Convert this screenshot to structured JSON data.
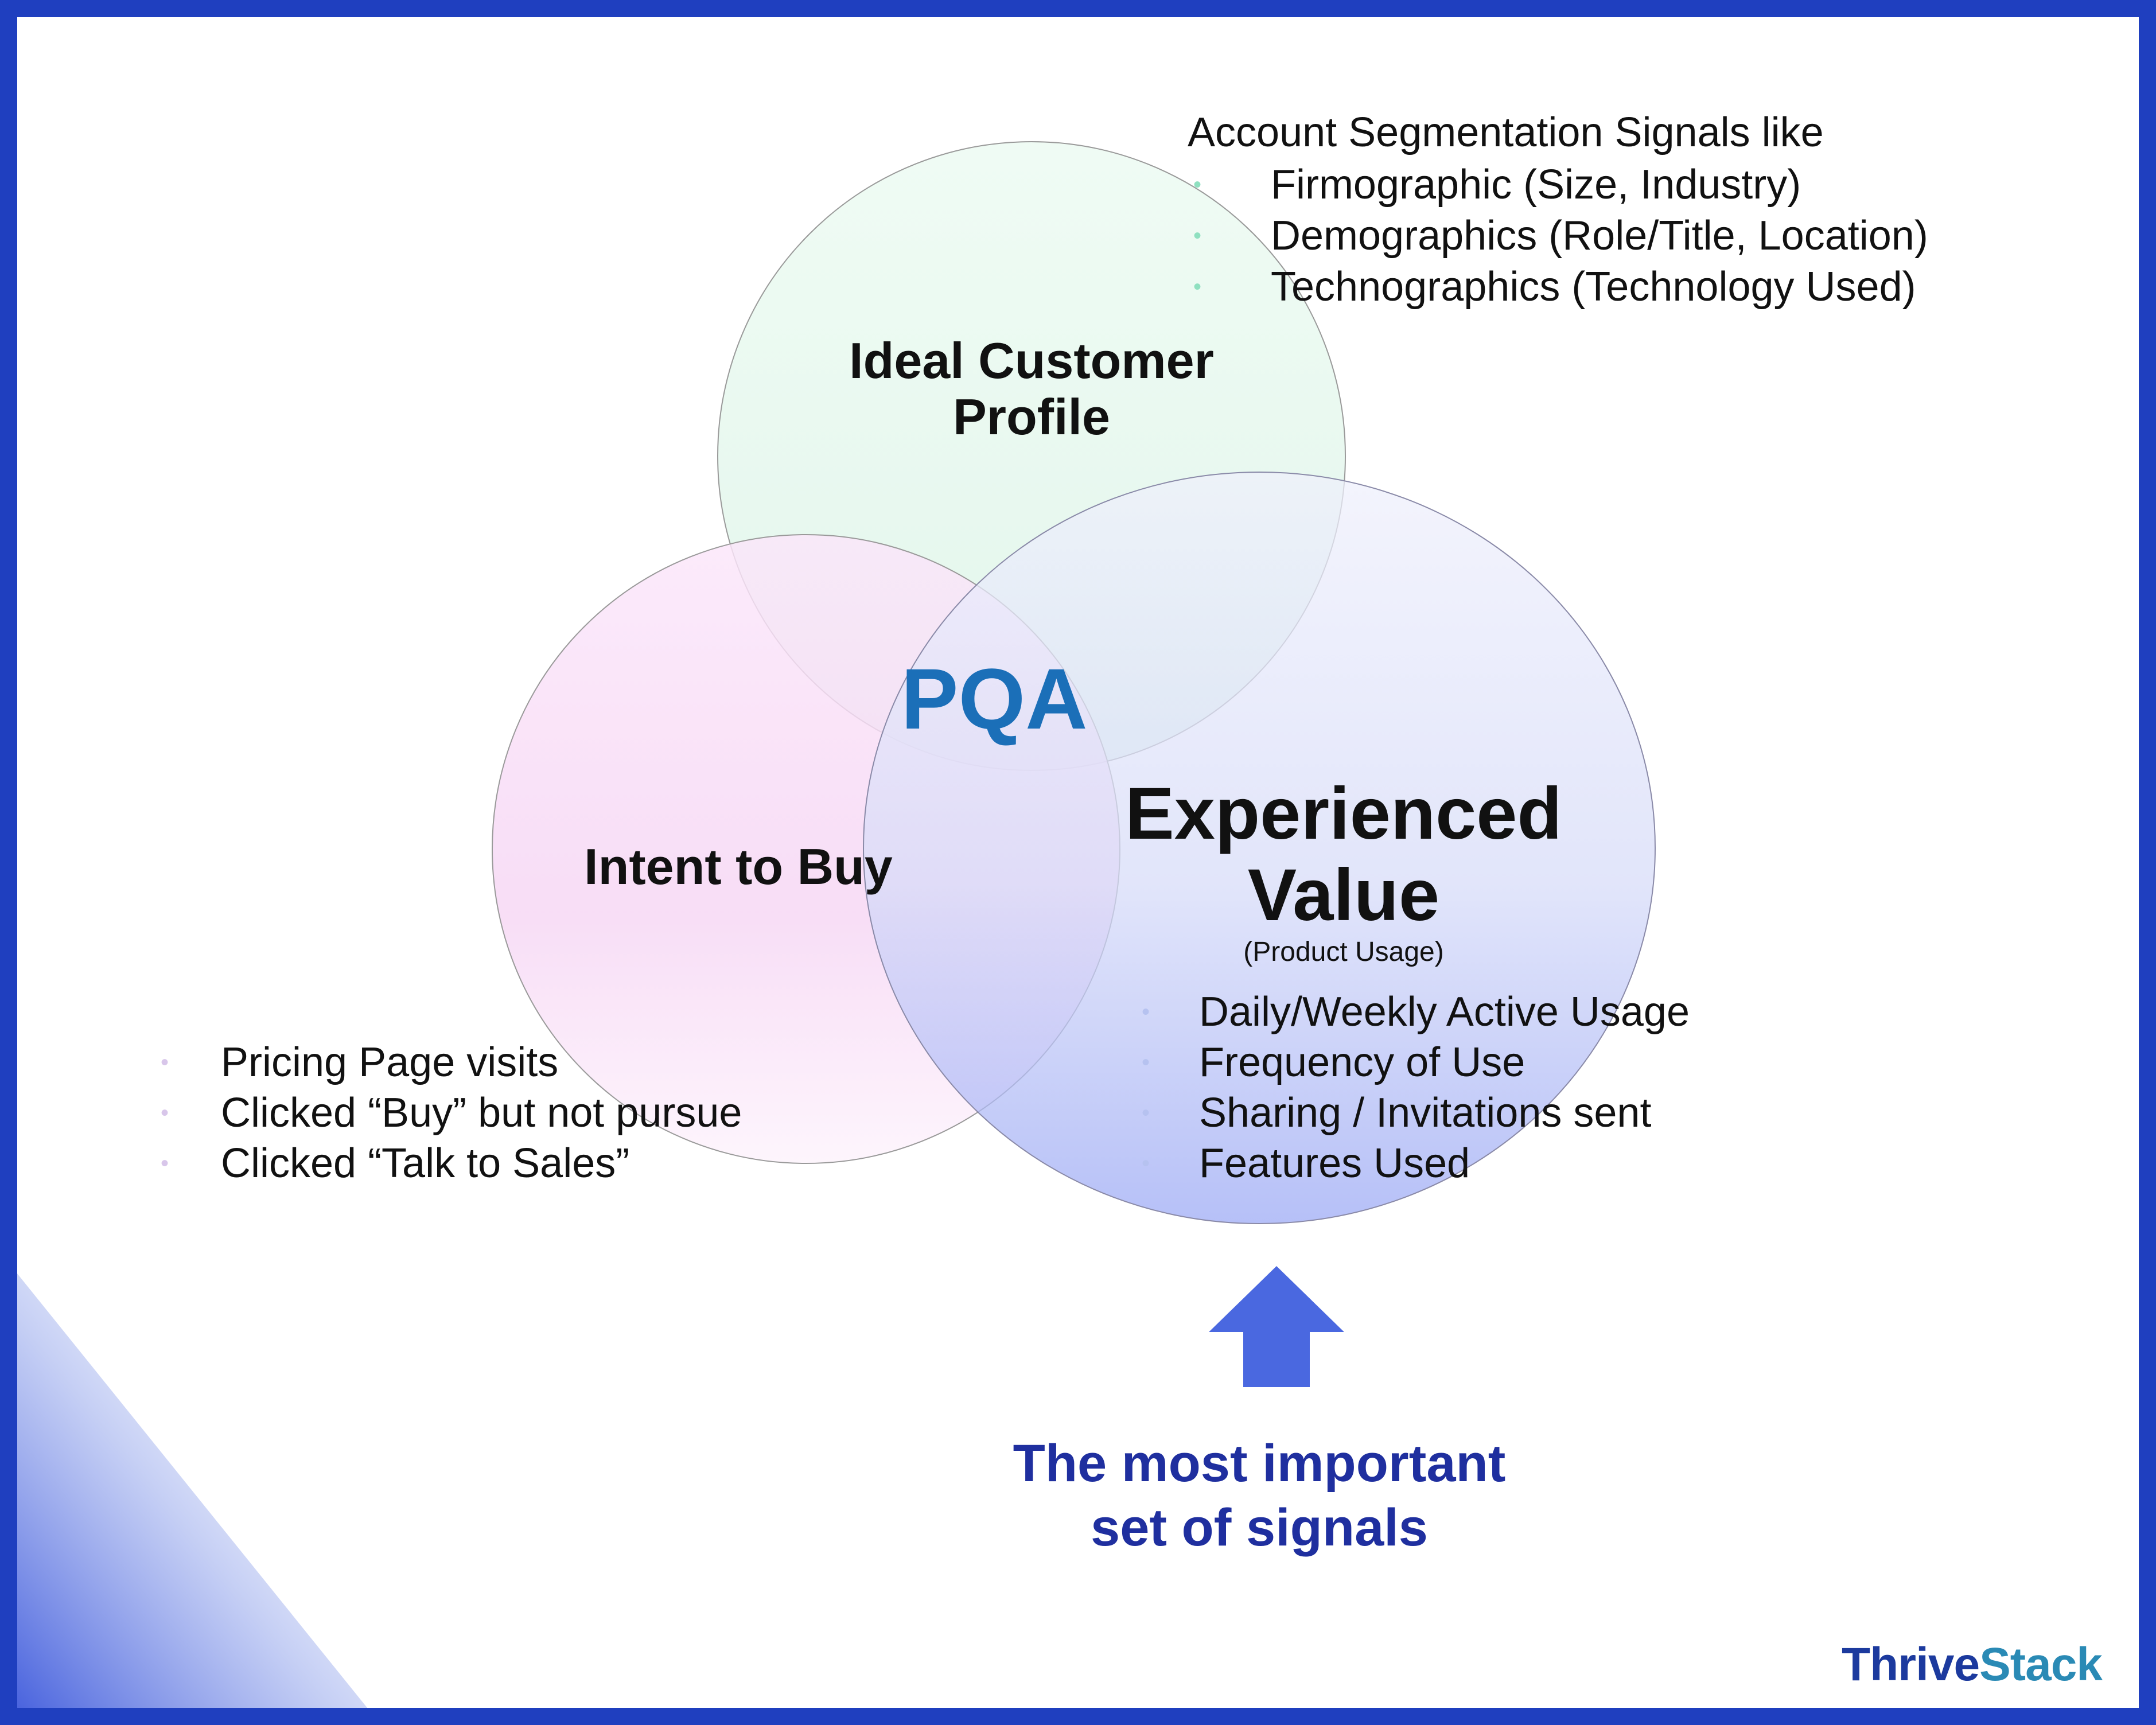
{
  "colors": {
    "frame": "#1f3fbf",
    "icp_fill": "#e6f8ee",
    "intent_fill": "#f9e1f7",
    "value_fill_top": "#ecedfb",
    "value_fill_bottom": "#9aa8f5",
    "pqa": "#1b6fb8",
    "highlight_text": "#1f2f9f",
    "arrow": "#4a68e0",
    "bullet_green": "#8fe0c0",
    "bullet_purple": "#d8c6ea",
    "bullet_blue": "#b6c2f0",
    "logo_thrive": "#1c3a9e",
    "logo_stack": "#2a8ab5"
  },
  "diagram": {
    "circles": {
      "icp": {
        "title_line1": "Ideal Customer",
        "title_line2": "Profile"
      },
      "intent": {
        "title": "Intent to Buy"
      },
      "value": {
        "title_line1": "Experienced",
        "title_line2": "Value",
        "subtitle": "(Product Usage)"
      }
    },
    "center_label": "PQA",
    "segmentation": {
      "heading": "Account Segmentation Signals like",
      "items": [
        {
          "bullet": "•",
          "text": "Firmographic (Size, Industry)"
        },
        {
          "bullet": "•",
          "text": "Demographics (Role/Title, Location)"
        },
        {
          "bullet": "•",
          "text": "Technographics (Technology Used)"
        }
      ]
    },
    "intent_signals": [
      {
        "bullet": "•",
        "text": "Pricing Page visits"
      },
      {
        "bullet": "•",
        "text": "Clicked “Buy” but not pursue"
      },
      {
        "bullet": "•",
        "text": "Clicked “Talk to Sales”"
      }
    ],
    "value_signals": [
      {
        "bullet": "•",
        "text": "Daily/Weekly Active Usage"
      },
      {
        "bullet": "•",
        "text": "Frequency of Use"
      },
      {
        "bullet": "•",
        "text": "Sharing / Invitations sent"
      },
      {
        "bullet": "•",
        "text": "Features Used"
      }
    ],
    "highlight": {
      "line1": "The most important",
      "line2": "set of signals",
      "arrow_icon": "arrow-up-icon"
    }
  },
  "logo": {
    "part1": "Thrive",
    "part2": "Stack"
  }
}
